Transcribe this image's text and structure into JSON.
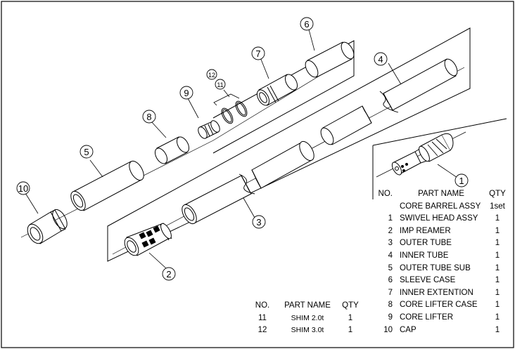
{
  "callouts": [
    "1",
    "2",
    "3",
    "4",
    "5",
    "6",
    "7",
    "8",
    "9",
    "10",
    "11",
    "12"
  ],
  "main_table": {
    "headers": {
      "no": "NO.",
      "name": "PART NAME",
      "qty": "QTY"
    },
    "rows": [
      {
        "no": "",
        "name": "CORE BARREL ASSY",
        "qty": "1set"
      },
      {
        "no": "1",
        "name": "SWIVEL HEAD ASSY",
        "qty": "1"
      },
      {
        "no": "2",
        "name": "IMP REAMER",
        "qty": "1"
      },
      {
        "no": "3",
        "name": "OUTER TUBE",
        "qty": "1"
      },
      {
        "no": "4",
        "name": "INNER TUBE",
        "qty": "1"
      },
      {
        "no": "5",
        "name": "OUTER TUBE SUB",
        "qty": "1"
      },
      {
        "no": "6",
        "name": "SLEEVE CASE",
        "qty": "1"
      },
      {
        "no": "7",
        "name": "INNER EXTENTION",
        "qty": "1"
      },
      {
        "no": "8",
        "name": "CORE LIFTER CASE",
        "qty": "1"
      },
      {
        "no": "9",
        "name": "CORE LIFTER",
        "qty": "1"
      },
      {
        "no": "10",
        "name": "CAP",
        "qty": "1"
      }
    ]
  },
  "shim_table": {
    "headers": {
      "no": "NO.",
      "name": "PART NAME",
      "qty": "QTY"
    },
    "rows": [
      {
        "no": "11",
        "name": "SHIM 2.0t",
        "qty": "1"
      },
      {
        "no": "12",
        "name": "SHIM 3.0t",
        "qty": "1"
      }
    ]
  }
}
